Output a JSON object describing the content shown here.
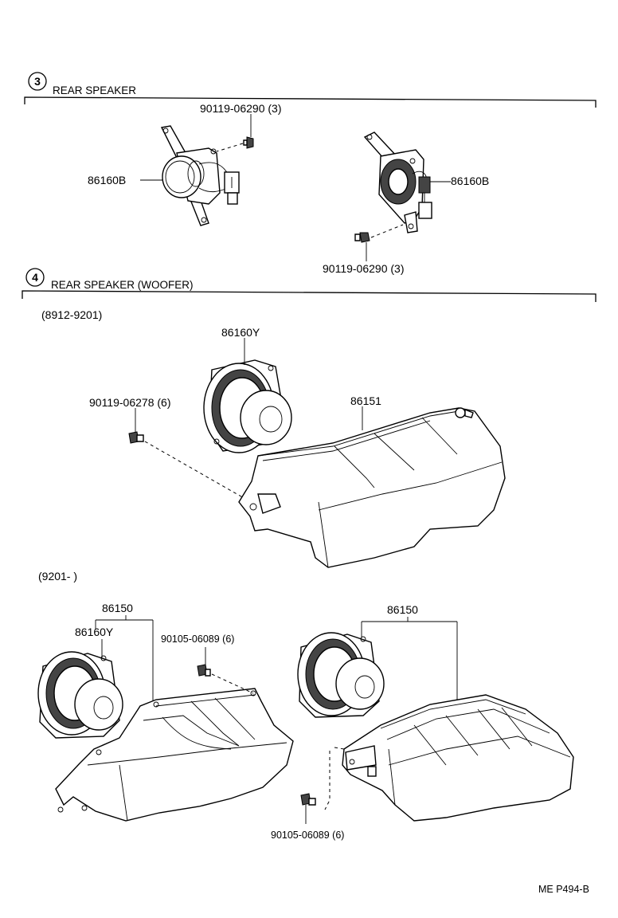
{
  "sections": [
    {
      "number": "3",
      "title": "REAR SPEAKER"
    },
    {
      "number": "4",
      "title": "REAR SPEAKER (WOOFER)"
    }
  ],
  "date_ranges": [
    "(8912-9201)",
    "(9201-        )"
  ],
  "labels": {
    "s3_screw_top": "90119-06290 (3)",
    "s3_speaker_left": "86160B",
    "s3_speaker_right": "86160B",
    "s3_screw_bottom": "90119-06290 (3)",
    "s4a_speaker": "86160Y",
    "s4a_screw": "90119-06278 (6)",
    "s4a_box": "86151",
    "s4b_assy_left": "86150",
    "s4b_speaker_left": "86160Y",
    "s4b_screw_top": "90105-06089 (6)",
    "s4b_assy_right": "86150",
    "s4b_screw_bottom": "90105-06089 (6)"
  },
  "page_ref": "ME P494-B"
}
